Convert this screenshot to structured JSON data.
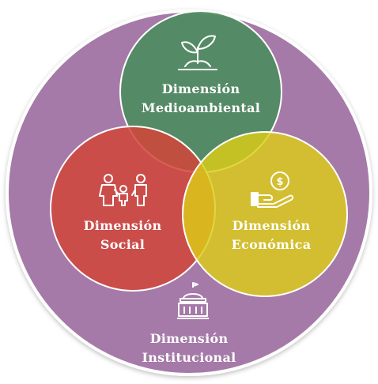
{
  "diagram": {
    "outer": {
      "line1": "Dimensión",
      "line2": "Institucional",
      "icon": "government-building-icon",
      "color": "#a57aa8"
    },
    "circles": [
      {
        "id": "medioambiental",
        "line1": "Dimensión",
        "line2": "Medioambiental",
        "icon": "plant-sprout-icon",
        "color": "#4a8c5c"
      },
      {
        "id": "social",
        "line1": "Dimensión",
        "line2": "Social",
        "icon": "family-icon",
        "color": "#cf4a3a"
      },
      {
        "id": "economica",
        "line1": "Dimensión",
        "line2": "Económica",
        "icon": "hand-coin-icon",
        "color": "#dccd16"
      }
    ]
  }
}
